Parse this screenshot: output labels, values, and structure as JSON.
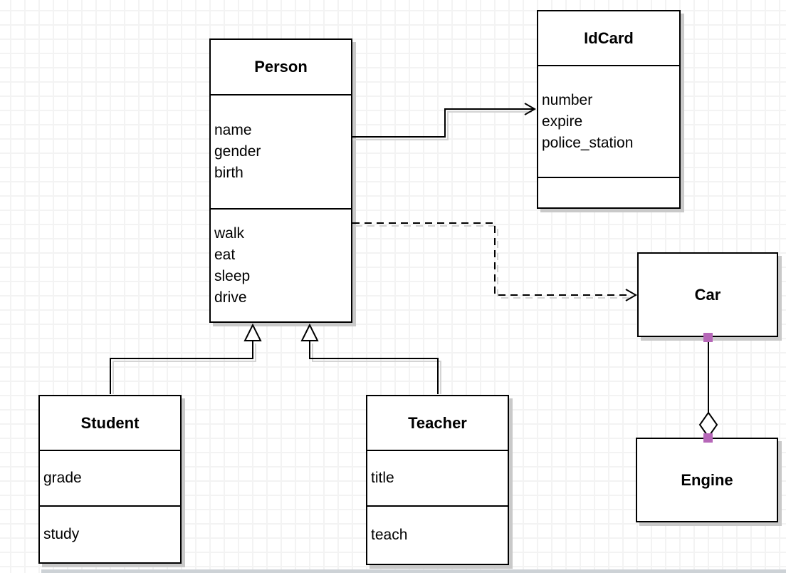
{
  "diagram": {
    "classes": {
      "person": {
        "title": "Person",
        "attributes": [
          "name",
          "gender",
          "birth"
        ],
        "methods": [
          "walk",
          "eat",
          "sleep",
          "drive"
        ]
      },
      "idcard": {
        "title": "IdCard",
        "attributes": [
          "number",
          "expire",
          "police_station"
        ],
        "methods": []
      },
      "car": {
        "title": "Car"
      },
      "engine": {
        "title": "Engine"
      },
      "student": {
        "title": "Student",
        "attributes": [
          "grade"
        ],
        "methods": [
          "study"
        ]
      },
      "teacher": {
        "title": "Teacher",
        "attributes": [
          "title"
        ],
        "methods": [
          "teach"
        ]
      }
    },
    "relations": [
      {
        "from": "Person",
        "to": "IdCard",
        "type": "association",
        "line": "solid",
        "arrow": "open-arrow"
      },
      {
        "from": "Person",
        "to": "Car",
        "type": "dependency",
        "line": "dashed",
        "arrow": "open-arrow"
      },
      {
        "from": "Student",
        "to": "Person",
        "type": "generalization",
        "line": "solid",
        "arrow": "hollow-triangle"
      },
      {
        "from": "Teacher",
        "to": "Person",
        "type": "generalization",
        "line": "solid",
        "arrow": "hollow-triangle"
      },
      {
        "from": "Car",
        "to": "Engine",
        "type": "aggregation",
        "line": "solid",
        "arrow": "hollow-diamond"
      }
    ],
    "colors": {
      "stroke": "#000000",
      "shape_fill": "#ffffff",
      "shadow": "#c9c9c9",
      "grid_line": "#f3f3f3",
      "endpoint_marker": "#b667b8",
      "background": "#ffffff"
    }
  }
}
